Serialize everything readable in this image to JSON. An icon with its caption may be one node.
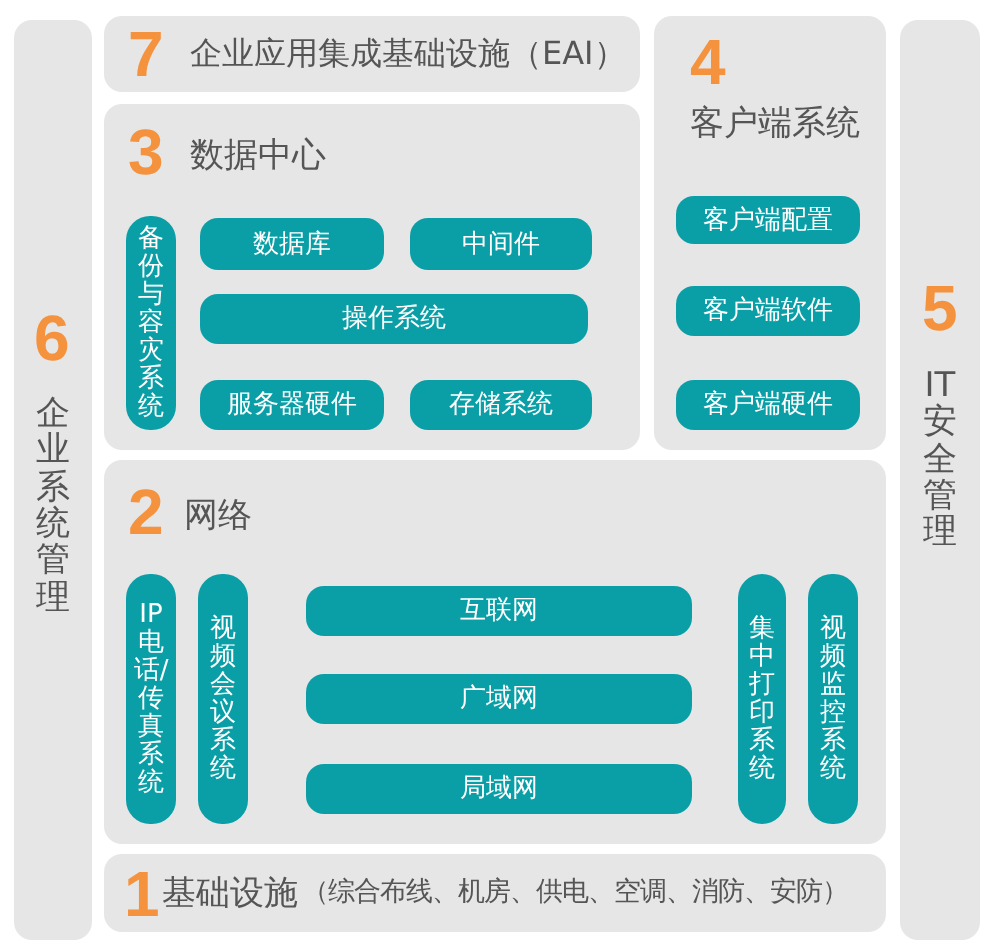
{
  "diagram": {
    "nodes": [
      {
        "text": [
          "6",
          "企业系统管理"
        ]
      },
      {
        "text": [
          "7",
          "企业应用集成基础设施（EAI）"
        ]
      },
      {
        "text": [
          "3",
          "数据中心"
        ]
      },
      {
        "text": [
          "备份与容灾系统"
        ],
        "in": 2
      },
      {
        "text": [
          "数据库"
        ],
        "in": 2
      },
      {
        "text": [
          "中间件"
        ],
        "in": 2
      },
      {
        "text": [
          "操作系统"
        ],
        "in": 2
      },
      {
        "text": [
          "服务器硬件"
        ],
        "in": 2
      },
      {
        "text": [
          "存储系统"
        ],
        "in": 2
      },
      {
        "text": [
          "4",
          "客户端系统"
        ]
      },
      {
        "text": [
          "客户端配置"
        ],
        "in": 9
      },
      {
        "text": [
          "客户端软件"
        ],
        "in": 9
      },
      {
        "text": [
          "客户端硬件"
        ],
        "in": 9
      },
      {
        "text": [
          "5",
          "IT安全管理"
        ]
      },
      {
        "text": [
          "2",
          "网络"
        ]
      },
      {
        "text": [
          "IP电话/传真系统"
        ],
        "in": 14
      },
      {
        "text": [
          "视频会议系统"
        ],
        "in": 14
      },
      {
        "text": [
          "互联网"
        ],
        "in": 14
      },
      {
        "text": [
          "广域网"
        ],
        "in": 14
      },
      {
        "text": [
          "局域网"
        ],
        "in": 14
      },
      {
        "text": [
          "集中打印系统"
        ],
        "in": 14
      },
      {
        "text": [
          "视频监控系统"
        ],
        "in": 14
      },
      {
        "text": [
          "1",
          "基础设施",
          "（综合布线、机房、供电、空调、消防、安防）"
        ]
      }
    ]
  }
}
